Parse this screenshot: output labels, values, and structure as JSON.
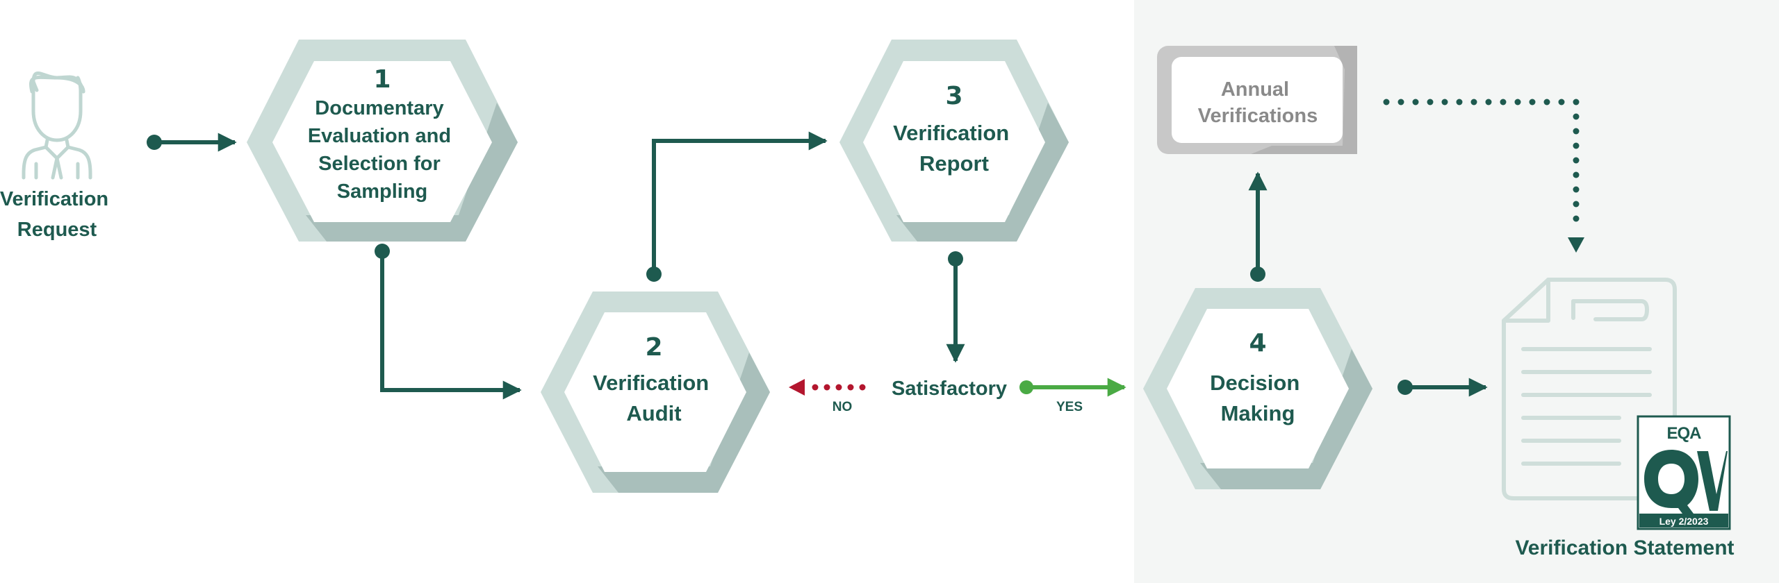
{
  "start": {
    "label_lines": [
      "Verification",
      "Request"
    ]
  },
  "steps": {
    "step1": {
      "number": "1",
      "label_lines": [
        "Documentary",
        "Evaluation and",
        "Selection for",
        "Sampling"
      ]
    },
    "step2": {
      "number": "2",
      "label_lines": [
        "Verification",
        "Audit"
      ]
    },
    "step3": {
      "number": "3",
      "label_lines": [
        "Verification",
        "Report"
      ]
    },
    "step4": {
      "number": "4",
      "label_lines": [
        "Decision",
        "Making"
      ]
    }
  },
  "annual": {
    "label_lines": [
      "Annual",
      "Verifications"
    ]
  },
  "decision": {
    "label": "Satisfactory",
    "no_label": "NO",
    "yes_label": "YES"
  },
  "statement": {
    "label": "Verification Statement"
  },
  "badge": {
    "brand": "EQA",
    "law": "Ley 2/2023"
  },
  "colors": {
    "primary": "#1e5a4f",
    "hex_outer": "#ccddd9",
    "hex_shadow": "#a9bfbb",
    "no_arrow": "#b3162e",
    "yes_arrow": "#4aaa44",
    "panel": "#f4f6f5",
    "annual_box": "#c8c8c8",
    "annual_text": "#8a8a8a",
    "icon": "#bfd6d1"
  }
}
